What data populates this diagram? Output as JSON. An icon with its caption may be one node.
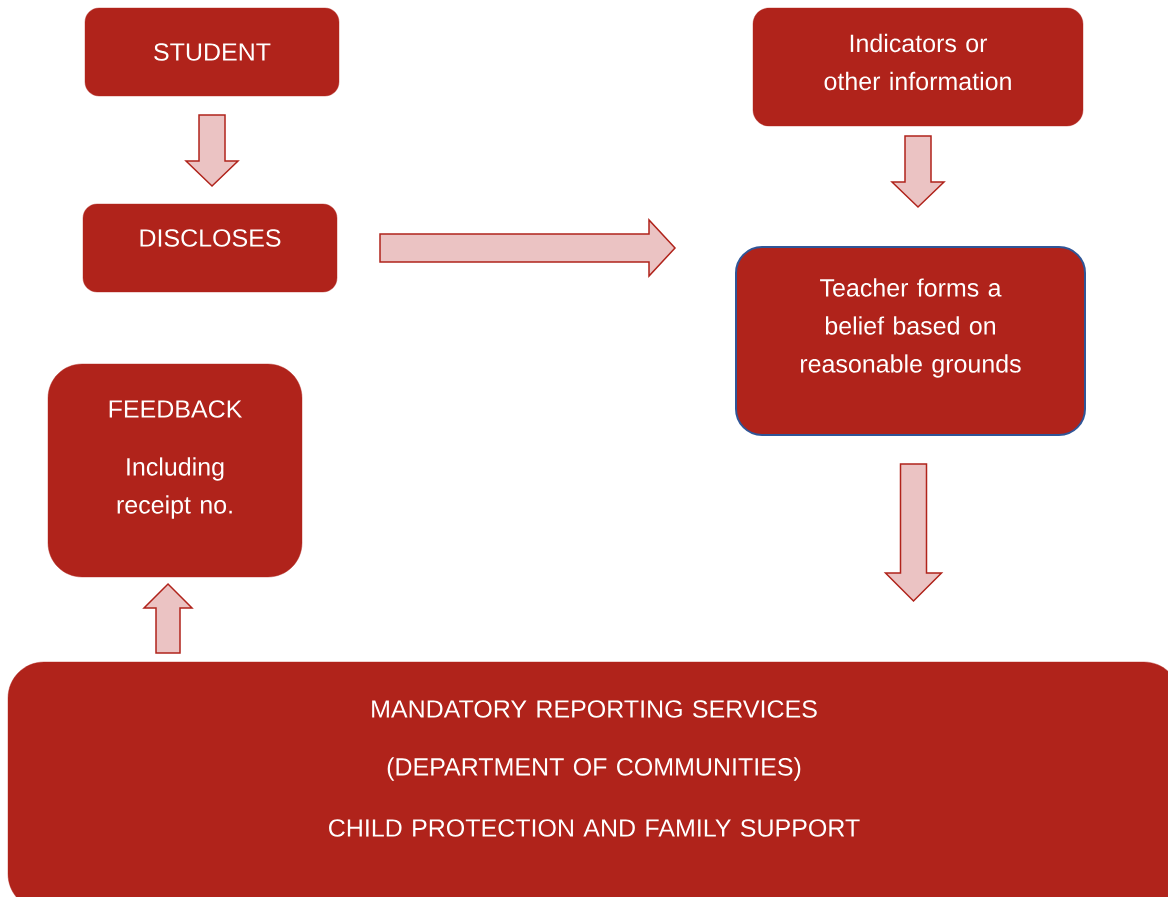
{
  "diagram": {
    "nodes": [
      {
        "text": [
          "STUDENT"
        ]
      },
      {
        "text": [
          "DISCLOSES"
        ]
      },
      {
        "text": [
          "Indicators or other information"
        ]
      },
      {
        "text": [
          "Teacher forms a belief based on reasonable grounds"
        ]
      },
      {
        "text": [
          "FEEDBACK",
          "Including receipt no."
        ]
      },
      {
        "text": [
          "MANDATORY REPORTING SERVICES",
          "(DEPARTMENT OF COMMUNITIES)",
          "CHILD PROTECTION AND FAMILY SUPPORT"
        ]
      }
    ],
    "edges": [
      {
        "from": 0,
        "to": 1,
        "arrow": "to"
      },
      {
        "from": 1,
        "to": 3,
        "arrow": "to"
      },
      {
        "from": 2,
        "to": 3,
        "arrow": "to"
      },
      {
        "from": 3,
        "to": 5,
        "arrow": "to"
      },
      {
        "from": 5,
        "to": 4,
        "arrow": "to"
      }
    ]
  }
}
